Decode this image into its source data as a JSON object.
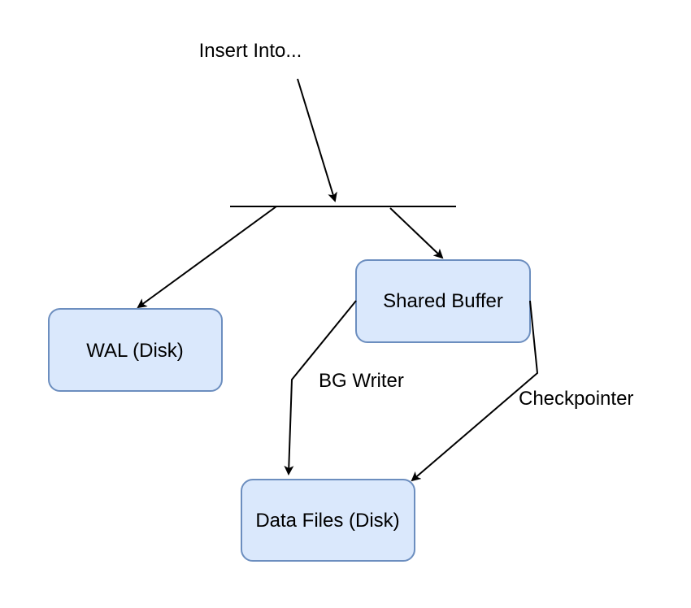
{
  "diagram": {
    "entry_label": "Insert Into...",
    "nodes": {
      "shared_buffer": "Shared Buffer",
      "wal": "WAL (Disk)",
      "data_files": "Data Files (Disk)"
    },
    "edge_labels": {
      "bg_writer": "BG Writer",
      "checkpointer": "Checkpointer"
    },
    "colors": {
      "node_fill": "#dae8fc",
      "node_stroke": "#6c8ebf",
      "line": "#000000"
    }
  }
}
